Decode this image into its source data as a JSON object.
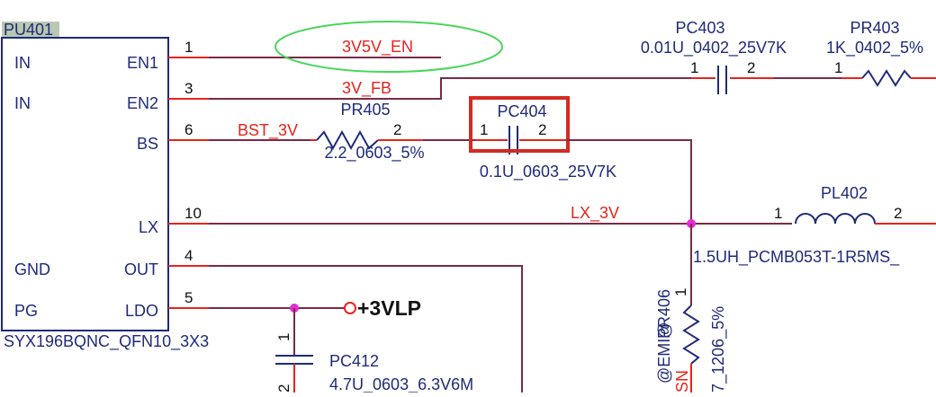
{
  "ic": {
    "ref": "PU401",
    "part": "SYX196BQNC_QFN10_3X3",
    "left_pins": [
      "IN",
      "IN",
      "GND",
      "PG"
    ],
    "right_pins": [
      "EN1",
      "EN2",
      "BS",
      "LX",
      "OUT",
      "LDO"
    ],
    "pin_numbers": [
      "1",
      "3",
      "6",
      "10",
      "4",
      "5"
    ]
  },
  "nets": {
    "en": "3V5V_EN",
    "fb": "3V_FB",
    "bst": "BST_3V",
    "lx": "LX_3V",
    "vlp": "+3VLP"
  },
  "pc403": {
    "ref": "PC403",
    "value": "0.01U_0402_25V7K",
    "pin1": "1",
    "pin2": "2"
  },
  "pr403": {
    "ref": "PR403",
    "value": "1K_0402_5%",
    "pin1": "1"
  },
  "pr405": {
    "ref": "PR405",
    "value": "2.2_0603_5%",
    "pin2": "2"
  },
  "pc404": {
    "ref": "PC404",
    "value": "0.1U_0603_25V7K",
    "pin1": "1",
    "pin2": "2"
  },
  "pl402": {
    "ref": "PL402",
    "value": "1.5UH_PCMB053T-1R5MS_",
    "pin1": "1",
    "pin2": "2"
  },
  "pr406": {
    "ref": "PR406",
    "emi": "@EMI@",
    "value": "7_1206_5%",
    "pin1": "1",
    "partial": "SN"
  },
  "pc412": {
    "ref": "PC412",
    "value": "4.7U_0603_6.3V6M",
    "pin1": "1",
    "pin2": "2"
  },
  "colors": {
    "component": "#1f2a7a",
    "net_label": "#e8231c",
    "wire": "#7a2a45",
    "junction": "#e62bd8",
    "highlight_box": "#d42a22",
    "ellipse": "#49d65a",
    "ref_highlight": "#b9c8b0"
  }
}
